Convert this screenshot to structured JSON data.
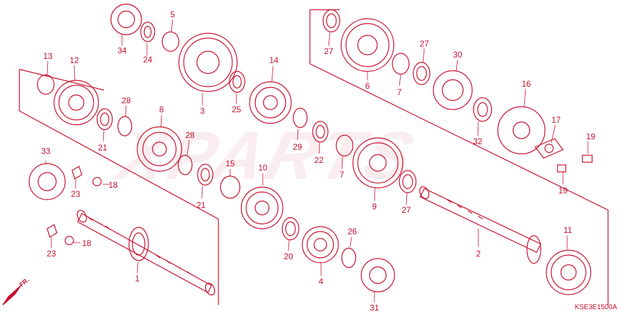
{
  "diagram_code": "KSE3E1500A",
  "direction_label": "FR.",
  "watermark_text": "XPARTS",
  "colors": {
    "ink": "#c8102e",
    "background": "#ffffff"
  },
  "callouts": [
    {
      "id": "c34",
      "label": "34"
    },
    {
      "id": "c24",
      "label": "24"
    },
    {
      "id": "c5",
      "label": "5"
    },
    {
      "id": "c3",
      "label": "3"
    },
    {
      "id": "c25",
      "label": "25"
    },
    {
      "id": "c14",
      "label": "14"
    },
    {
      "id": "c13",
      "label": "13"
    },
    {
      "id": "c12",
      "label": "12"
    },
    {
      "id": "c21a",
      "label": "21"
    },
    {
      "id": "c28a",
      "label": "28"
    },
    {
      "id": "c8",
      "label": "8"
    },
    {
      "id": "c28b",
      "label": "28"
    },
    {
      "id": "c29",
      "label": "29"
    },
    {
      "id": "c22",
      "label": "22"
    },
    {
      "id": "c7a",
      "label": "7"
    },
    {
      "id": "c21b",
      "label": "21"
    },
    {
      "id": "c15",
      "label": "15"
    },
    {
      "id": "c10",
      "label": "10"
    },
    {
      "id": "c33",
      "label": "33"
    },
    {
      "id": "c23a",
      "label": "23"
    },
    {
      "id": "c18a",
      "label": "18"
    },
    {
      "id": "c23b",
      "label": "23"
    },
    {
      "id": "c18b",
      "label": "18"
    },
    {
      "id": "c1",
      "label": "1"
    },
    {
      "id": "c20",
      "label": "20"
    },
    {
      "id": "c4",
      "label": "4"
    },
    {
      "id": "c26",
      "label": "26"
    },
    {
      "id": "c31",
      "label": "31"
    },
    {
      "id": "c27a",
      "label": "27"
    },
    {
      "id": "c6",
      "label": "6"
    },
    {
      "id": "c7b",
      "label": "7"
    },
    {
      "id": "c27b",
      "label": "27"
    },
    {
      "id": "c30",
      "label": "30"
    },
    {
      "id": "c16",
      "label": "16"
    },
    {
      "id": "c32",
      "label": "32"
    },
    {
      "id": "c17",
      "label": "17"
    },
    {
      "id": "c19a",
      "label": "19"
    },
    {
      "id": "c19b",
      "label": "19"
    },
    {
      "id": "c9",
      "label": "9"
    },
    {
      "id": "c27c",
      "label": "27"
    },
    {
      "id": "c2",
      "label": "2"
    },
    {
      "id": "c11",
      "label": "11"
    }
  ]
}
